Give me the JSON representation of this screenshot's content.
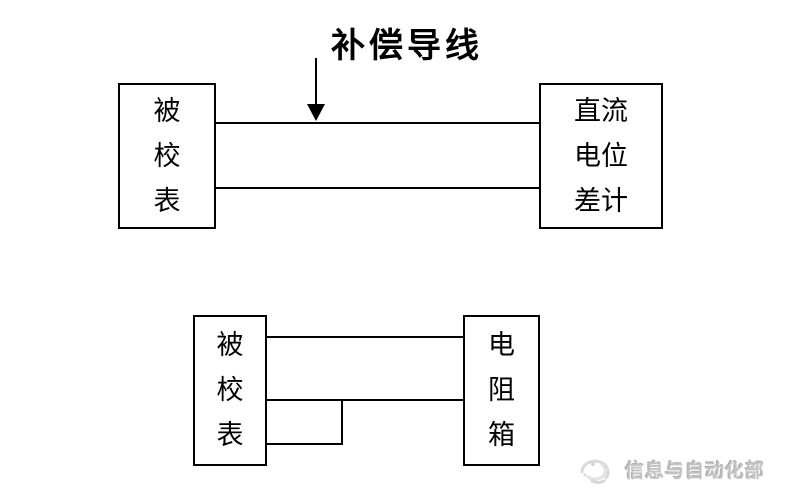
{
  "diagram": {
    "background_color": "#ffffff",
    "line_color": "#000000",
    "annotation": {
      "label": "补偿导线",
      "points_to": "top wire of upper diagram",
      "arrow_direction": "down"
    },
    "top_diagram": {
      "left_box": {
        "label": "被校表",
        "chars": [
          "被",
          "校",
          "表"
        ]
      },
      "right_box": {
        "label": "直流电位差计",
        "lines": [
          "直流",
          "电位",
          "差计"
        ]
      },
      "wire_count": 2
    },
    "bottom_diagram": {
      "left_box": {
        "label": "被校表",
        "chars": [
          "被",
          "校",
          "表"
        ]
      },
      "right_box": {
        "label": "电阻箱",
        "chars": [
          "电",
          "阻",
          "箱"
        ]
      },
      "wire_count": 3,
      "note": "third wire steps up to join middle wire between boxes"
    },
    "watermark": {
      "icon": "swirl-logo-icon",
      "text": "信息与自动化部",
      "color": "#c3c3c3"
    }
  }
}
